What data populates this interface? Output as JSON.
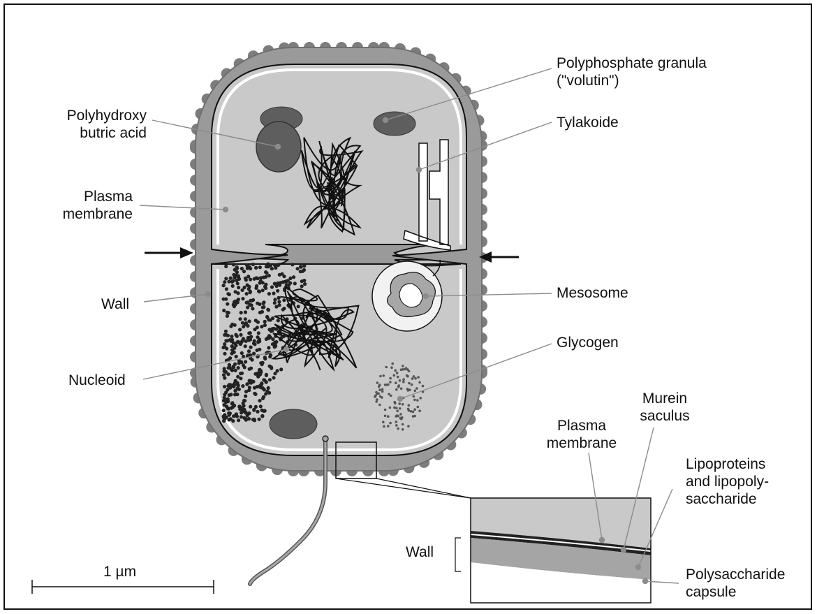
{
  "labels": {
    "polyphosphate": "Polyphosphate granula\n(\"volutin\")",
    "tylakoide": "Tylakoide",
    "polyhydroxy": "Polyhydroxy\nbutric acid",
    "plasma_membrane_left": "Plasma\nmembrane",
    "wall_left": "Wall",
    "mesosome": "Mesosome",
    "glycogen": "Glycogen",
    "nucleoid": "Nucleoid",
    "murein": "Murein\nsaculus",
    "plasma_membrane_inset": "Plasma\nmembrane",
    "lipoproteins": "Lipoproteins\nand lipopoly-\nsaccharide",
    "wall_inset": "Wall",
    "polysaccharide": "Polysaccharide\ncapsule",
    "scale": "1 µm"
  },
  "colors": {
    "capsule": "#7d7d7d",
    "wall": "#a0a0a0",
    "cytoplasm": "#c9c9c9",
    "granule": "#5e5e5e",
    "membrane": "#ffffff",
    "leader": "#8c8c8c",
    "outline": "#111111"
  }
}
